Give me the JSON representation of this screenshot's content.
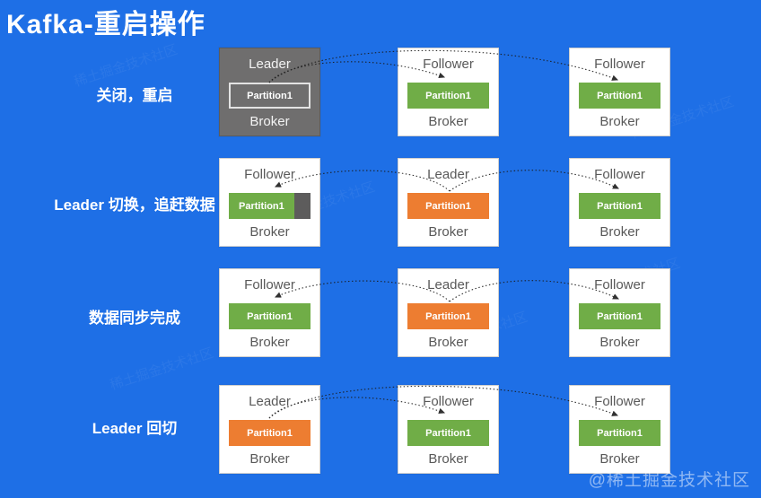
{
  "title": "Kafka-重启操作",
  "watermark": {
    "corner": "@稀土掘金技术社区",
    "tile": "稀土掘金技术社区"
  },
  "colors": {
    "background": "#1e6fe6",
    "partition_green": "#70ad47",
    "partition_orange": "#ed7d31",
    "offline_gray": "#6f6e6e",
    "catchup_gray": "#5d5c5c",
    "arrow": "#1b1b1b",
    "box_text": "#595959"
  },
  "rows": [
    {
      "label": "关闭，重启",
      "leader_index": 0,
      "brokers": [
        {
          "role": "Leader",
          "partition": "Partition1",
          "broker": "Broker",
          "variant": "offline"
        },
        {
          "role": "Follower",
          "partition": "Partition1",
          "broker": "Broker",
          "variant": "follower"
        },
        {
          "role": "Follower",
          "partition": "Partition1",
          "broker": "Broker",
          "variant": "follower"
        }
      ]
    },
    {
      "label": "Leader 切换，追赶数据",
      "leader_index": 1,
      "brokers": [
        {
          "role": "Follower",
          "partition": "Partition1",
          "broker": "Broker",
          "variant": "follower-catchup"
        },
        {
          "role": "Leader",
          "partition": "Partition1",
          "broker": "Broker",
          "variant": "leader"
        },
        {
          "role": "Follower",
          "partition": "Partition1",
          "broker": "Broker",
          "variant": "follower"
        }
      ]
    },
    {
      "label": "数据同步完成",
      "leader_index": 1,
      "brokers": [
        {
          "role": "Follower",
          "partition": "Partition1",
          "broker": "Broker",
          "variant": "follower"
        },
        {
          "role": "Leader",
          "partition": "Partition1",
          "broker": "Broker",
          "variant": "leader"
        },
        {
          "role": "Follower",
          "partition": "Partition1",
          "broker": "Broker",
          "variant": "follower"
        }
      ]
    },
    {
      "label": "Leader 回切",
      "leader_index": 0,
      "brokers": [
        {
          "role": "Leader",
          "partition": "Partition1",
          "broker": "Broker",
          "variant": "leader"
        },
        {
          "role": "Follower",
          "partition": "Partition1",
          "broker": "Broker",
          "variant": "follower"
        },
        {
          "role": "Follower",
          "partition": "Partition1",
          "broker": "Broker",
          "variant": "follower"
        }
      ]
    }
  ]
}
